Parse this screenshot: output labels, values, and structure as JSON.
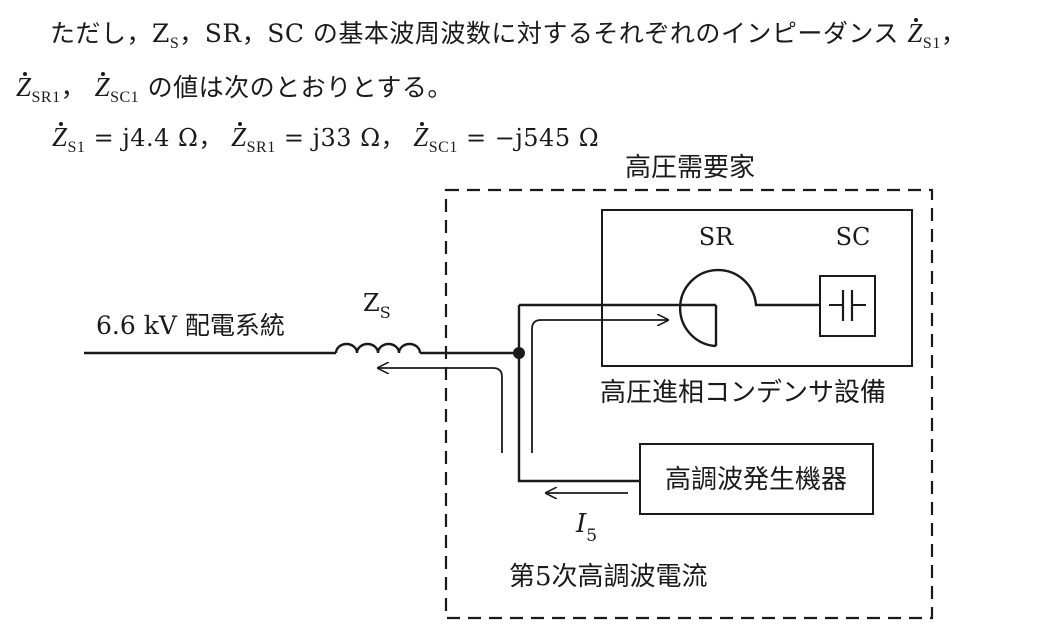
{
  "text": {
    "line1_prefix": "ただし，Z",
    "line1_zs_sub": "S",
    "line1_mid": "，SR，SC の基本波周波数に対するそれぞれのインピーダンス",
    "imp_symbol": "Z",
    "sub_s1": "S1",
    "line1_end": "，",
    "sub_sr1": "SR1",
    "sep": "，",
    "sub_sc1": "SC1",
    "line2_end": "の値は次のとおりとする。",
    "val_s1": "= j4.4 Ω，",
    "val_sr1": "= j33 Ω，",
    "val_sc1": "= −j545 Ω"
  },
  "diagram": {
    "customer_label": "高圧需要家",
    "source_label": "6.6 kV  配電系統",
    "zs_label": "Z",
    "zs_sub": "S",
    "sr_label": "SR",
    "sc_label": "SC",
    "capacitor_equipment_label": "高圧進相コンデンサ設備",
    "harmonic_source_label": "高調波発生機器",
    "current_symbol": "I",
    "current_sub": "5",
    "current_label": "第5次高調波電流"
  }
}
